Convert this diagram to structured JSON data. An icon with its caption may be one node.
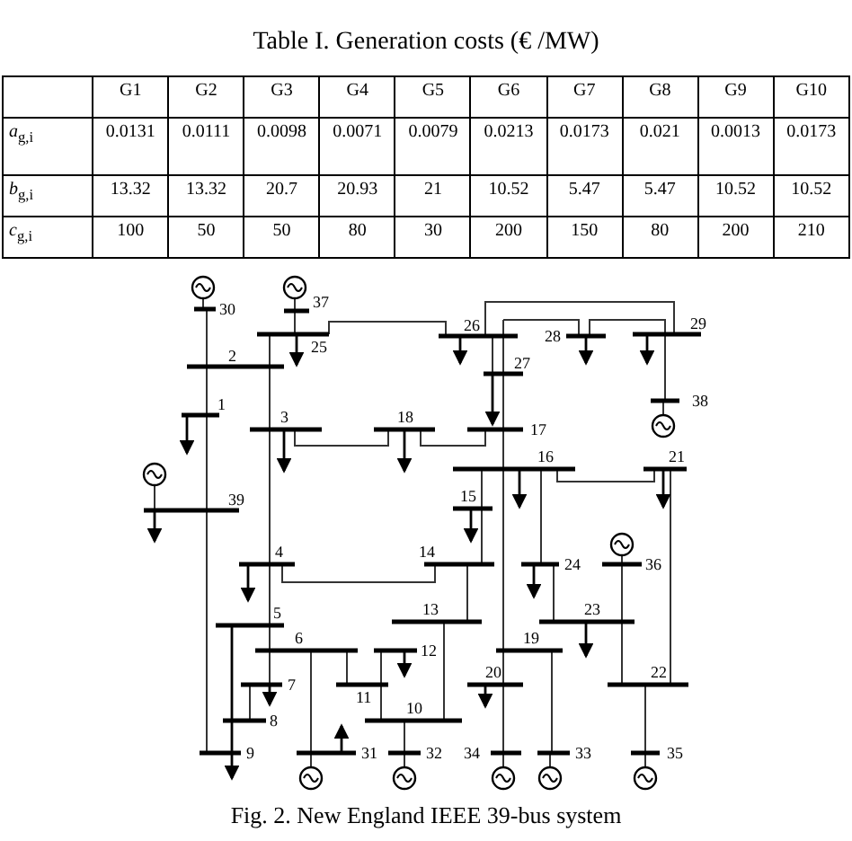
{
  "diagram": {
    "title": "Table I. Generation costs (€ /MW)",
    "caption": "Fig. 2. New England IEEE 39-bus system",
    "labels": [
      "G1",
      "G2",
      "G3",
      "G4",
      "G5",
      "G6",
      "G7",
      "G8",
      "G9",
      "G10",
      "*a*$_{g,i}$",
      "0.0131",
      "0.0111",
      "0.0098",
      "0.0071",
      "0.0079",
      "0.0213",
      "0.0173",
      "0.021",
      "0.0013",
      "0.0173",
      "*b*$_{g,i}$",
      "13.32",
      "13.32",
      "20.7",
      "20.93",
      "21",
      "10.52",
      "5.47",
      "5.47",
      "10.52",
      "10.52",
      "*c*$_{g,i}$",
      "100",
      "50",
      "50",
      "80",
      "30",
      "200",
      "150",
      "80",
      "200",
      "210",
      "30",
      "37",
      "26",
      "29",
      "25",
      "28",
      "2",
      "27",
      "1",
      "38",
      "3",
      "18",
      "17",
      "16",
      "21",
      "39",
      "15",
      "4",
      "14",
      "24",
      "36",
      "5",
      "13",
      "23",
      "6",
      "12",
      "19",
      "7",
      "11",
      "20",
      "22",
      "8",
      "10",
      "9",
      "31",
      "32",
      "34",
      "33",
      "35"
    ]
  }
}
